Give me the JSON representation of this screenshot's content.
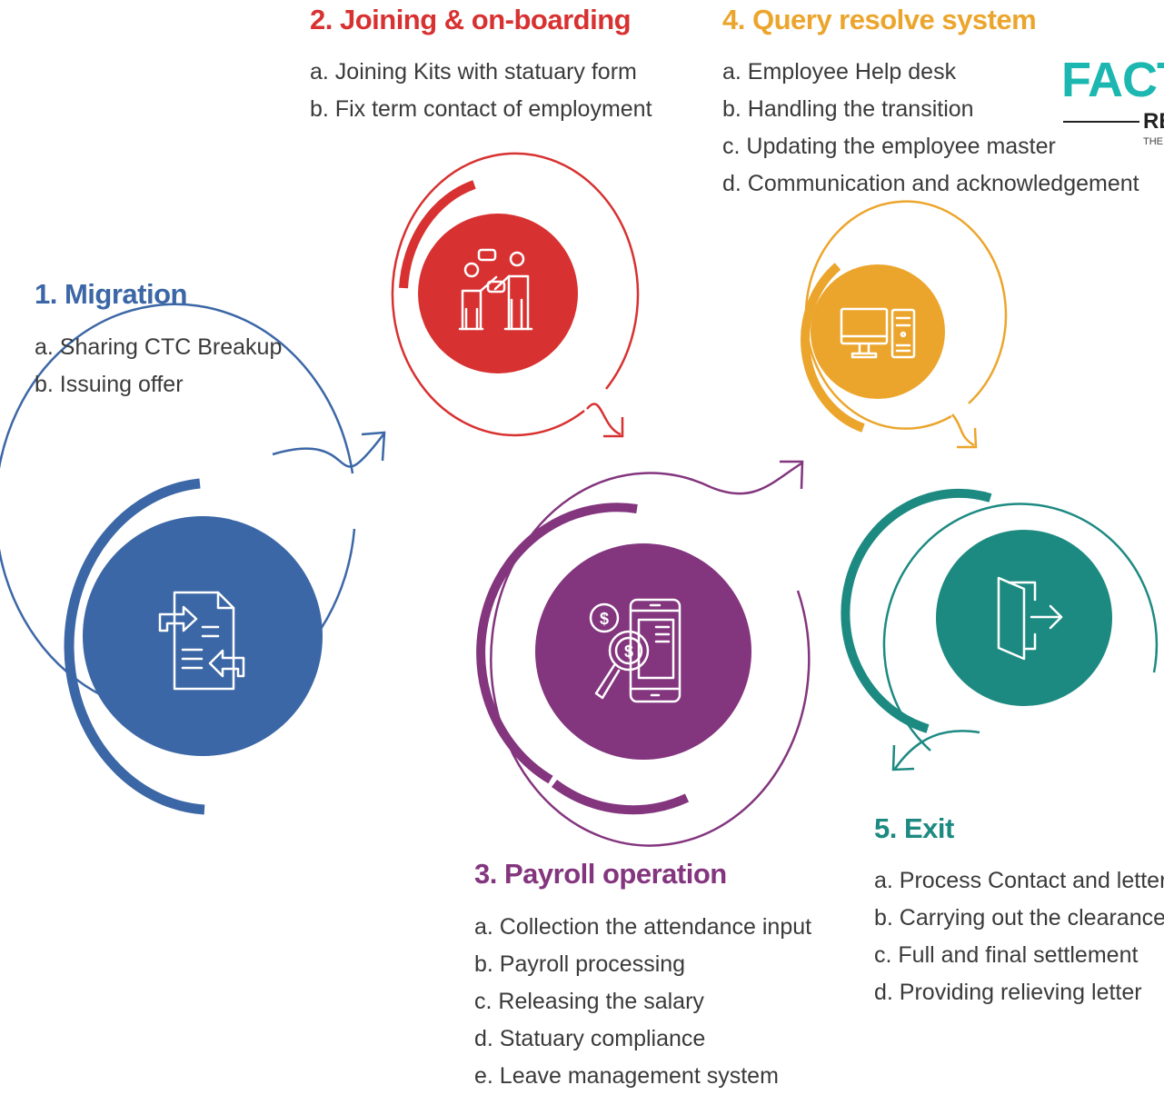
{
  "steps": [
    {
      "title": "1. Migration",
      "color": "#3c67a6",
      "items": [
        "a. Sharing CTC Breakup",
        "b. Issuing offer"
      ]
    },
    {
      "title": "2. Joining & on-boarding",
      "color": "#d83131",
      "items": [
        "a. Joining Kits with statuary form",
        "b. Fix term contact of employment"
      ]
    },
    {
      "title": "3. Payroll operation",
      "color": "#83357e",
      "items": [
        "a. Collection the attendance input",
        "b. Payroll processing",
        "c. Releasing the salary",
        "d. Statuary compliance",
        "e. Leave management system"
      ]
    },
    {
      "title": "4. Query resolve system",
      "color": "#eca52c",
      "items": [
        "a. Employee Help desk",
        "b. Handling the transition",
        "c. Updating the employee master",
        "d. Communication and acknowledgement"
      ]
    },
    {
      "title": "5. Exit",
      "color": "#1d8a82",
      "items": [
        "a. Process Contact and letter",
        "b. Carrying out the clearance",
        "c. Full and final settlement",
        "d. Providing relieving  letter"
      ]
    }
  ],
  "icons": [
    "document-exchange-icon",
    "team-discussion-icon",
    "mobile-payment-icon",
    "desktop-computer-icon",
    "exit-door-icon"
  ],
  "logo": {
    "word": "FACT",
    "sub": "RE",
    "tag": "THE"
  }
}
